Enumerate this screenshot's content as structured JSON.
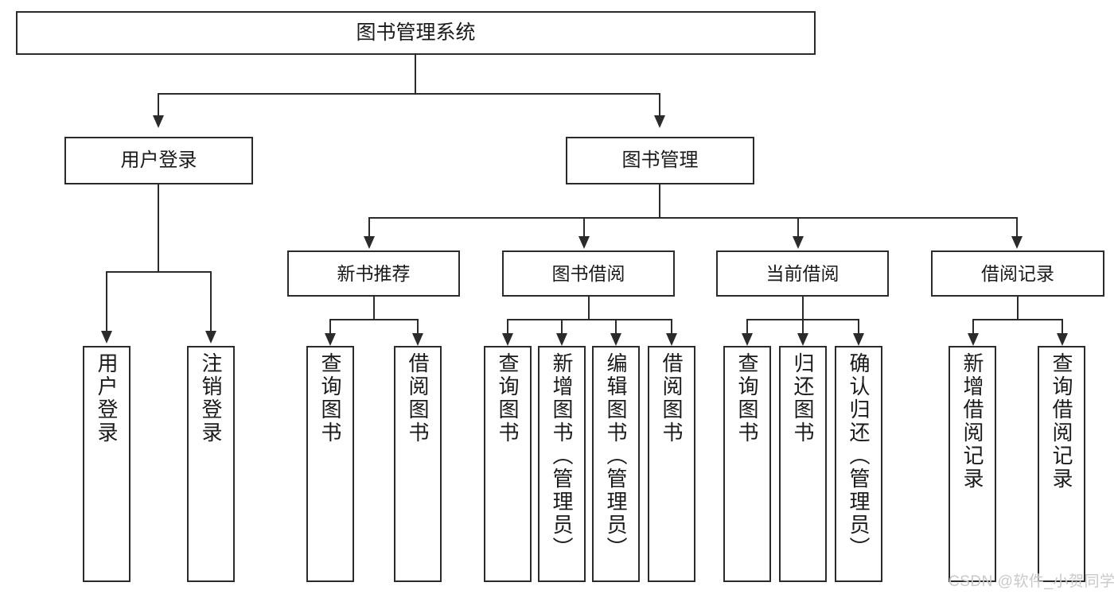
{
  "diagram": {
    "title": "图书管理系统",
    "type": "hierarchy-tree",
    "root": {
      "label": "图书管理系统"
    },
    "level2": [
      {
        "label": "用户登录"
      },
      {
        "label": "图书管理"
      }
    ],
    "level3": [
      {
        "label": "新书推荐"
      },
      {
        "label": "图书借阅"
      },
      {
        "label": "当前借阅"
      },
      {
        "label": "借阅记录"
      }
    ],
    "leaves": {
      "user_login": [
        {
          "label": "用户登录"
        },
        {
          "label": "注销登录"
        }
      ],
      "new_book_recommend": [
        {
          "label": "查询图书"
        },
        {
          "label": "借阅图书"
        }
      ],
      "book_borrow": [
        {
          "label": "查询图书"
        },
        {
          "label": "新增图书（管理员）"
        },
        {
          "label": "编辑图书（管理员）"
        },
        {
          "label": "借阅图书"
        }
      ],
      "current_borrow": [
        {
          "label": "查询图书"
        },
        {
          "label": "归还图书"
        },
        {
          "label": "确认归还（管理员）"
        }
      ],
      "borrow_record": [
        {
          "label": "新增借阅记录"
        },
        {
          "label": "查询借阅记录"
        }
      ]
    }
  },
  "watermark": {
    "text": "CSDN @软件_小贺同学"
  },
  "colors": {
    "stroke": "#2b2b2b",
    "background": "#ffffff",
    "text": "#1a1a1a",
    "watermark": "#c9c9c9"
  }
}
